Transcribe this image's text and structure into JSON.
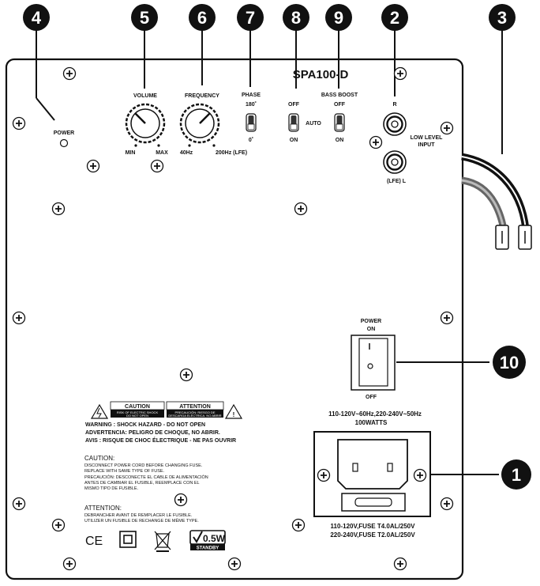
{
  "model": "SPA100-D",
  "callouts": [
    "1",
    "2",
    "3",
    "4",
    "5",
    "6",
    "7",
    "8",
    "9",
    "10"
  ],
  "power_led_label": "POWER",
  "volume": {
    "label": "VOLUME",
    "min": "MIN",
    "max": "MAX"
  },
  "frequency": {
    "label": "FREQUENCY",
    "min": "40Hz",
    "max": "200Hz (LFE)"
  },
  "phase": {
    "label": "PHASE",
    "top": "180˚",
    "bottom": "0˚"
  },
  "auto_switch": {
    "top": "OFF",
    "bottom": "ON",
    "side": "AUTO"
  },
  "bass_boost": {
    "label": "BASS BOOST",
    "top": "OFF",
    "bottom": "ON"
  },
  "line_input": {
    "r": "R",
    "l": "(LFE) L",
    "label1": "LOW LEVEL",
    "label2": "INPUT"
  },
  "power_switch": {
    "label1": "POWER",
    "label2": "ON",
    "off": "OFF"
  },
  "voltage": {
    "line1": "110-120V~60Hz,220-240V~50Hz",
    "line2": "100WATTS"
  },
  "fuse": {
    "line1": "110-120V,FUSE T4.0AL/250V",
    "line2": "220-240V,FUSE T2.0AL/250V"
  },
  "warning_box": {
    "caution_title": "CAUTION",
    "caution_sub1": "RISK OF ELECTRIC SHOCK",
    "caution_sub2": "DO NOT OPEN",
    "attention_title": "ATTENTION",
    "attention_sub1": "PRECAUCIÓN: RIESGO DE",
    "attention_sub2": "DESCARGA ELÉCTRICA. NO ABRIR",
    "line1": "WARNING : SHOCK HAZARD - DO NOT OPEN",
    "line2": "ADVERTENCIA: PELIGRO DE CHOQUE, NO ABRIR.",
    "line3": "AVIS : RISQUE DE CHOC ÉLECTRIQUE - NE PAS OUVRIR"
  },
  "caution_block": {
    "title": "CAUTION:",
    "lines": [
      "DISCONNECT POWER CORD BEFORE CHANGING FUSE.",
      "REPLACE WITH SAME TYPE OF FUSE.",
      "PRECAUCIÓN: DESCONECTE EL CABLE DE ALIMENTACIÓN",
      "ANTES DE CAMBIAR EL FUSIBLE, REEMPLACE CON EL",
      "MISMO TIPO DE FUSIBLE."
    ]
  },
  "attention_block": {
    "title": "ATTENTION:",
    "lines": [
      "DEBRANCHER AVANT DE REMPLACER LE FUSIBLE.",
      "UTILIZER UN FUSIBLE DE RECHANGE DE MÊME TYPE."
    ]
  },
  "marks": {
    "ce": "CE",
    "standby_value": "0.5W",
    "standby_label": "STANDBY"
  }
}
